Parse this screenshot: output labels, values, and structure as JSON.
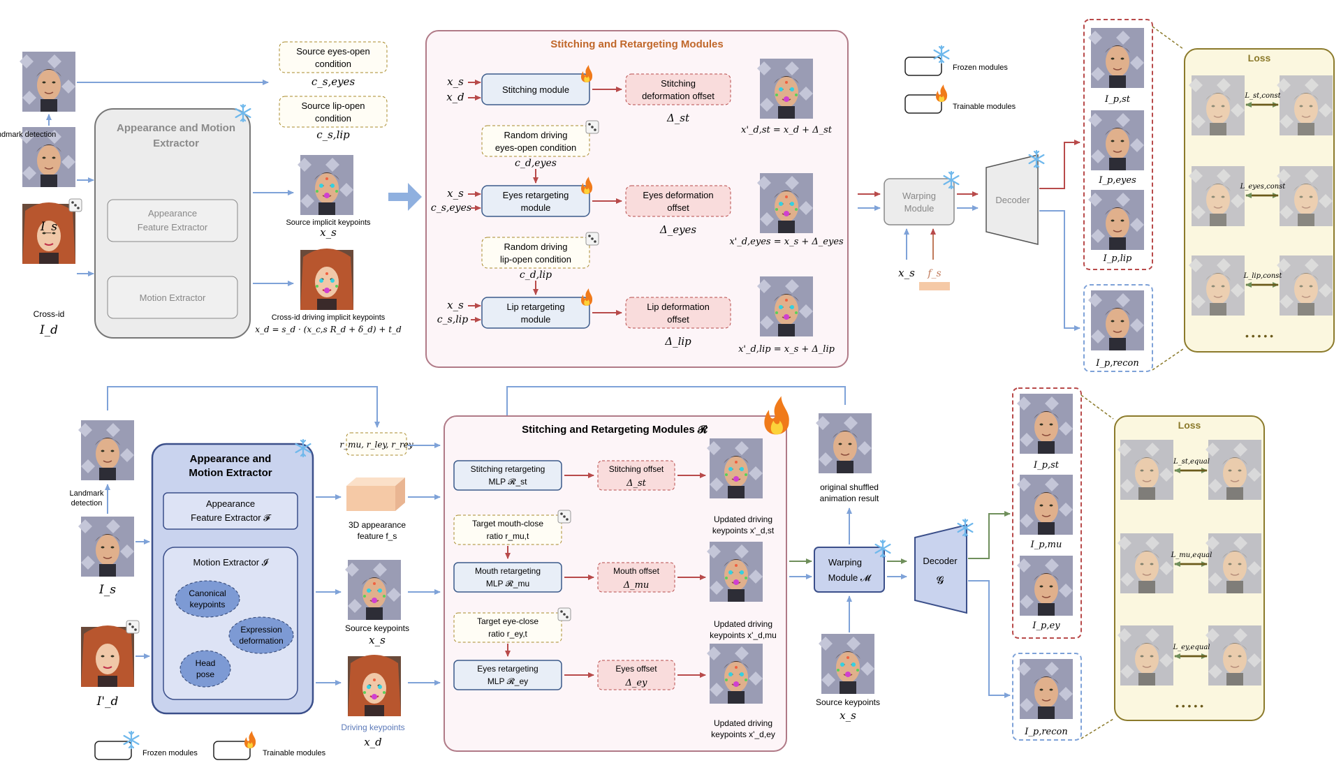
{
  "top": {
    "landmark": "Landmark detection",
    "source_label": "I_s",
    "cross_id": "Cross-id",
    "driver_label": "I_d",
    "extractor": {
      "title_line1": "Appearance and Motion",
      "title_line2": "Extractor",
      "sub1_line1": "Appearance",
      "sub1_line2": "Feature Extractor",
      "sub2": "Motion Extractor"
    },
    "eyes_cond": {
      "line1": "Source eyes-open",
      "line2": "condition",
      "math": "c_s,eyes"
    },
    "lip_cond": {
      "line1": "Source lip-open",
      "line2": "condition",
      "math": "c_s,lip"
    },
    "src_kp": {
      "caption": "Source implicit keypoints",
      "math": "x_s"
    },
    "drv_kp": {
      "caption": "Cross-id driving implicit keypoints",
      "formula": "x_d = s_d · (x_c,s R_d + δ_d) + t_d"
    },
    "panel_title": "Stitching and Retargeting Modules",
    "rows": [
      {
        "in1": "x_s",
        "in2": "x_d",
        "module_line1": "Stitching module",
        "module_line2": "",
        "offset_line1": "Stitching",
        "offset_line2": "deformation offset",
        "delta": "Δ_st",
        "result": "x'_d,st = x_d + Δ_st"
      },
      {
        "in1": "x_s",
        "in2": "c_s,eyes",
        "module_line1": "Eyes retargeting",
        "module_line2": "module",
        "offset_line1": "Eyes deformation",
        "offset_line2": "offset",
        "delta": "Δ_eyes",
        "result": "x'_d,eyes = x_s + Δ_eyes"
      },
      {
        "in1": "x_s",
        "in2": "c_s,lip",
        "module_line1": "Lip retargeting",
        "module_line2": "module",
        "offset_line1": "Lip deformation",
        "offset_line2": "offset",
        "delta": "Δ_lip",
        "result": "x'_d,lip = x_s + Δ_lip"
      }
    ],
    "random_eyes": {
      "line1": "Random driving",
      "line2": "eyes-open condition",
      "math": "c_d,eyes"
    },
    "random_lip": {
      "line1": "Random driving",
      "line2": "lip-open condition",
      "math": "c_d,lip"
    },
    "legend_frozen": "Frozen modules",
    "legend_trainable": "Trainable modules",
    "warping_line1": "Warping",
    "warping_line2": "Module",
    "xs": "x_s",
    "fs": "f_s",
    "decoder": "Decoder",
    "outputs": [
      "I_p,st",
      "I_p,eyes",
      "I_p,lip",
      "I_p,recon"
    ],
    "loss_title": "Loss",
    "losses": [
      "L_st,const",
      "L_eyes,const",
      "L_lip,const"
    ],
    "dots": "• • • • •"
  },
  "bottom": {
    "landmark_line1": "Landmark",
    "landmark_line2": "detection",
    "source_label": "I_s",
    "driver_label": "I'_d",
    "extractor": {
      "title_line1": "Appearance and",
      "title_line2": "Motion Extractor",
      "sub1_line1": "Appearance",
      "sub1_line2": "Feature Extractor 𝓕",
      "motion": "Motion Extractor 𝓘",
      "canonical_line1": "Canonical",
      "canonical_line2": "keypoints",
      "expr_line1": "Expression",
      "expr_line2": "deformation",
      "head_line1": "Head",
      "head_line2": "pose"
    },
    "ratios": "r_mu, r_ley, r_rey",
    "feature_line1": "3D appearance",
    "feature_line2": "feature f_s",
    "src_kp_line1": "Source keypoints",
    "src_kp_math": "x_s",
    "drv_kp_line1": "Driving keypoints",
    "drv_kp_math": "x_d",
    "panel_title": "Stitching and Retargeting Modules 𝓡",
    "rows": [
      {
        "module_line1": "Stitching retargeting",
        "module_line2": "MLP  𝓡_st",
        "offset_line1": "Stitching offset",
        "offset_line2": "Δ_st",
        "updated_line1": "Updated driving",
        "updated_line2": "keypoints x'_d,st"
      },
      {
        "module_line1": "Mouth retargeting",
        "module_line2": "MLP  𝓡_mu",
        "offset_line1": "Mouth offset",
        "offset_line2": "Δ_mu",
        "updated_line1": "Updated driving",
        "updated_line2": "keypoints x'_d,mu"
      },
      {
        "module_line1": "Eyes retargeting",
        "module_line2": "MLP  𝓡_ey",
        "offset_line1": "Eyes offset",
        "offset_line2": "Δ_ey",
        "updated_line1": "Updated driving",
        "updated_line2": "keypoints x'_d,ey"
      }
    ],
    "target_mouth": {
      "line1": "Target mouth-close",
      "line2": "ratio   r_mu,t"
    },
    "target_eye": {
      "line1": "Target eye-close",
      "line2": "ratio   r_ey,t"
    },
    "shuffled_line1": "original shuffled",
    "shuffled_line2": "animation result",
    "warping_line1": "Warping",
    "warping_line2": "Module  𝓜",
    "src_kp2_line1": "Source keypoints",
    "src_kp2_math": "x_s",
    "decoder_line1": "Decoder",
    "decoder_line2": "𝓖",
    "outputs": [
      "I_p,st",
      "I_p,mu",
      "I_p,ey",
      "I_p,recon"
    ],
    "loss_title": "Loss",
    "losses": [
      "L_st,equal",
      "L_mu,equal",
      "L_ey,equal"
    ],
    "dots": "• • • • •",
    "legend_frozen": "Frozen modules",
    "legend_trainable": "Trainable modules"
  },
  "colors": {
    "blue_arrow": "#7ea2d8",
    "red_arrow": "#b84a4a",
    "green_arrow": "#6f8f5b",
    "panel_border": "#b07a87",
    "panel_fill": "#fdf5f8",
    "module_fill": "#e8eef7",
    "offset_fill": "#f9dcdc",
    "cond_border": "#a88a2a",
    "loss_fill": "#fbf7df",
    "loss_border": "#8b7a2b",
    "extractor_blue": "#c9d3ee",
    "extractor_border": "#3b4f8a"
  }
}
